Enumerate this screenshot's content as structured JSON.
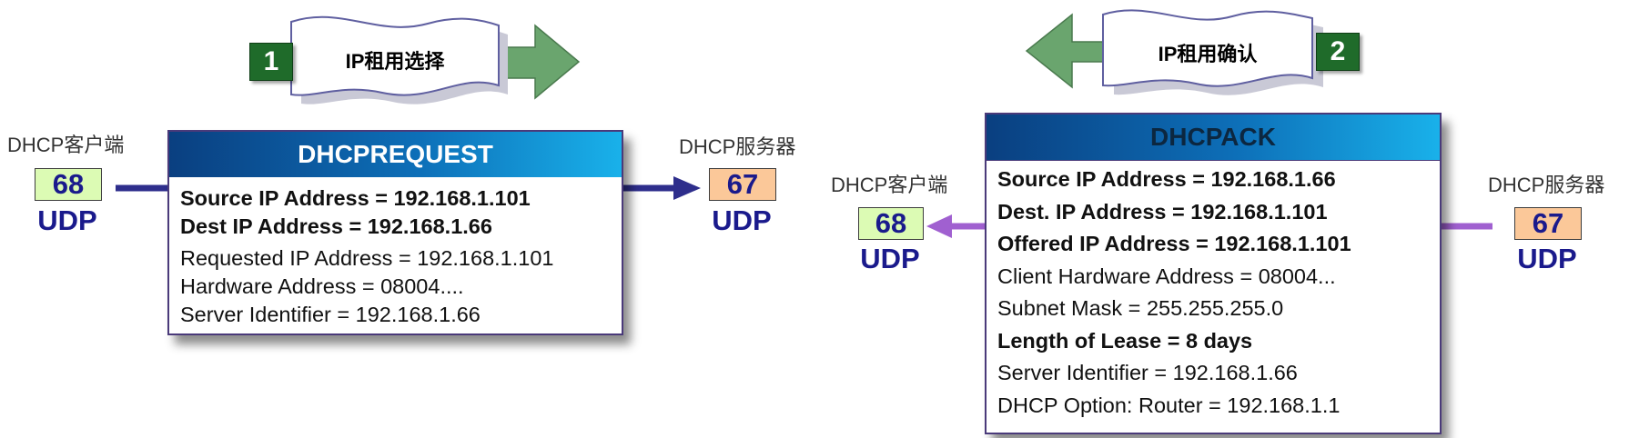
{
  "colors": {
    "banner_green": "#1f6b2a",
    "arrow_green": "#6aa56e",
    "request_arrow": "#2e2e8c",
    "ack_arrow": "#a060d0",
    "client_port_bg": "#dcfbb4",
    "server_port_bg": "#fbc899",
    "udp_text": "#1a1a8c"
  },
  "steps": [
    {
      "number": "1",
      "label": "IP租用选择",
      "arrow": "right-arrow-icon"
    },
    {
      "number": "2",
      "label": "IP租用确认",
      "arrow": "left-arrow-icon"
    }
  ],
  "request": {
    "client_label": "DHCP客户端",
    "client_port": "68",
    "client_proto": "UDP",
    "server_label": "DHCP服务器",
    "server_port": "67",
    "server_proto": "UDP",
    "title": "DHCPREQUEST",
    "fields": [
      "Source IP Address = 192.168.1.101",
      "Dest IP Address = 192.168.1.66",
      "Requested IP Address = 192.168.1.101",
      "Hardware Address = 08004....",
      "Server Identifier = 192.168.1.66"
    ]
  },
  "ack": {
    "client_label": "DHCP客户端",
    "client_port": "68",
    "client_proto": "UDP",
    "server_label": "DHCP服务器",
    "server_port": "67",
    "server_proto": "UDP",
    "title": "DHCPACK",
    "fields": [
      "Source IP Address = 192.168.1.66",
      "Dest. IP Address = 192.168.1.101",
      "Offered IP Address = 192.168.1.101",
      "Client Hardware Address = 08004...",
      "Subnet Mask = 255.255.255.0",
      "Length of Lease = 8 days",
      "Server Identifier = 192.168.1.66",
      "DHCP Option: Router = 192.168.1.1"
    ]
  }
}
